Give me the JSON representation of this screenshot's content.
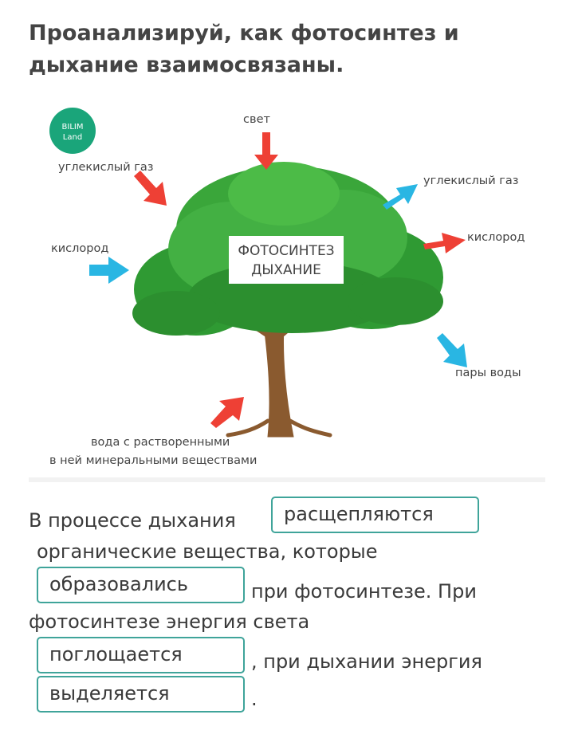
{
  "question": {
    "title": "Проанализируй, как фотосинтез и дыхание взаимосвязаны."
  },
  "figure": {
    "logo_line1": "BILIM",
    "logo_line2": "Land",
    "light": "свет",
    "co2_in": "углекислый газ",
    "o2_in": "кислород",
    "co2_out": "углекислый газ",
    "o2_out": "кислород",
    "vapor": "пары воды",
    "water_line1": "вода с растворенными",
    "water_line2": "в ней минеральными веществами",
    "center_line1": "ФОТОСИНТЕЗ",
    "center_line2": "ДЫХАНИЕ",
    "colors": {
      "blue_arrow": "#29b6e3",
      "red_arrow": "#ee4035",
      "leaf": "#3aa63a",
      "trunk": "#8a5a2f",
      "logo": "#1aa57a"
    }
  },
  "sentence": {
    "part1": "В процессе дыхания",
    "part2": "органические вещества, которые",
    "part3": "при фотосинтезе. При",
    "part4": "фотосинтезе энергия света",
    "part5": ", при дыхании энергия",
    "part6": "."
  },
  "answers": {
    "a1": "расщепляются",
    "a2": "образовались",
    "a3": "поглощается",
    "a4": "выделяется"
  },
  "theme": {
    "accent": "#3fa49a"
  }
}
